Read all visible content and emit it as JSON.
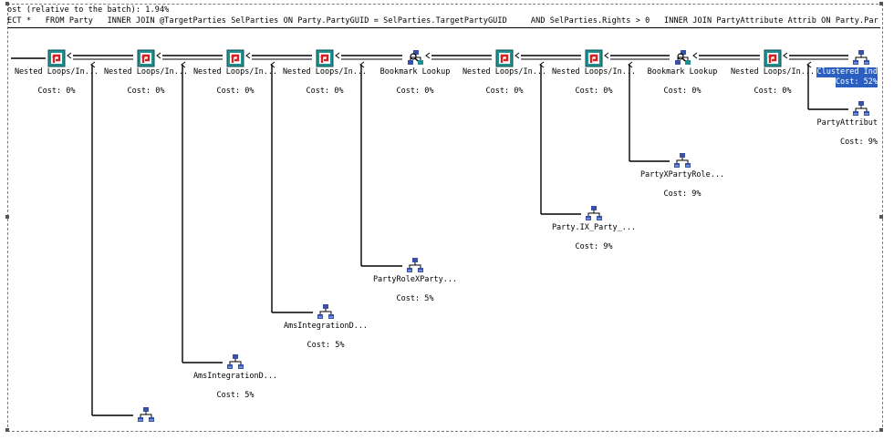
{
  "header": {
    "line1": "ost (relative to the batch): 1.94%",
    "line2": "ECT *   FROM Party   INNER JOIN @TargetParties SelParties ON Party.PartyGUID = SelParties.TargetPartyGUID     AND SelParties.Rights > 0   INNER JOIN PartyAttribute Attrib ON Party.Party..."
  },
  "nodes": [
    {
      "id": "n1",
      "kind": "loop",
      "label": "Nested Loops/In...",
      "cost": "Cost: 0%"
    },
    {
      "id": "n2",
      "kind": "loop",
      "label": "Nested Loops/In...",
      "cost": "Cost: 0%"
    },
    {
      "id": "n3",
      "kind": "loop",
      "label": "Nested Loops/In...",
      "cost": "Cost: 0%"
    },
    {
      "id": "n4",
      "kind": "loop",
      "label": "Nested Loops/In...",
      "cost": "Cost: 0%"
    },
    {
      "id": "n5",
      "kind": "lookup",
      "label": "Bookmark Lookup",
      "cost": "Cost: 0%"
    },
    {
      "id": "n6",
      "kind": "loop",
      "label": "Nested Loops/In...",
      "cost": "Cost: 0%"
    },
    {
      "id": "n7",
      "kind": "loop",
      "label": "Nested Loops/In...",
      "cost": "Cost: 0%"
    },
    {
      "id": "n8",
      "kind": "lookup",
      "label": "Bookmark Lookup",
      "cost": "Cost: 0%"
    },
    {
      "id": "n9",
      "kind": "loop",
      "label": "Nested Loops/In...",
      "cost": "Cost: 0%"
    },
    {
      "id": "n10",
      "kind": "index",
      "label": "Clustered Ind",
      "cost": "Cost: 52%",
      "selected": true
    },
    {
      "id": "n11",
      "kind": "index",
      "label": "PartyAttribut",
      "cost": "Cost: 9%"
    },
    {
      "id": "n12",
      "kind": "index",
      "label": "PartyXPartyRole...",
      "cost": "Cost: 9%"
    },
    {
      "id": "n13",
      "kind": "index",
      "label": "Party.IX_Party_...",
      "cost": "Cost: 9%"
    },
    {
      "id": "n14",
      "kind": "index",
      "label": "PartyRoleXParty...",
      "cost": "Cost: 5%"
    },
    {
      "id": "n15",
      "kind": "index",
      "label": "AmsIntegrationD...",
      "cost": "Cost: 5%"
    },
    {
      "id": "n16",
      "kind": "index",
      "label": "AmsIntegrationD...",
      "cost": "Cost: 5%"
    },
    {
      "id": "n17",
      "kind": "index",
      "label": "",
      "cost": ""
    }
  ],
  "colors": {
    "loop_red": "#d82020",
    "loop_teal": "#1f8f8f",
    "index_blue": "#3a4fa8",
    "selection": "#2a5fc0"
  }
}
